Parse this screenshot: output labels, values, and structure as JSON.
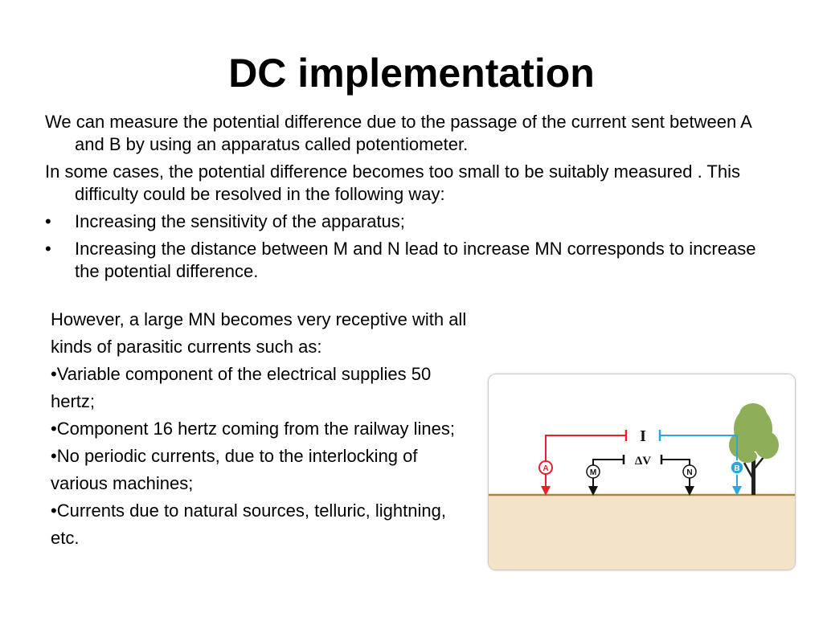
{
  "slide": {
    "title": "DC implementation",
    "paragraphs": [
      "We can measure the potential difference due to the passage of the current sent between A and B by using an apparatus called potentiometer.",
      "In some cases, the potential difference becomes too small to be suitably measured . This difficulty could be resolved in the following way:"
    ],
    "bullet_symbol": "•",
    "bullets": [
      "Increasing the sensitivity of the apparatus;",
      "Increasing the distance between M and N lead to increase MN corresponds to increase the potential difference."
    ],
    "lower_lines": [
      "However, a large MN becomes very receptive with all kinds of parasitic currents such as:",
      "•Variable component of the electrical supplies 50 hertz;",
      "•Component 16 hertz coming from the railway lines;",
      "•No periodic currents, due to the interlocking of various machines;",
      "•Currents due to natural sources, telluric, lightning, etc."
    ]
  },
  "diagram": {
    "labels": {
      "current": "I",
      "voltage": "ΔV",
      "electrode_a": "A",
      "electrode_m": "M",
      "electrode_n": "N",
      "electrode_b": "B"
    },
    "colors": {
      "current_a": "#e8202a",
      "current_b": "#2aa7de",
      "potential": "#111111",
      "ground_fill": "#f3e3c8",
      "ground_line": "#a6863b",
      "tree_foliage": "#8fae5a",
      "tree_trunk": "#222222"
    }
  }
}
